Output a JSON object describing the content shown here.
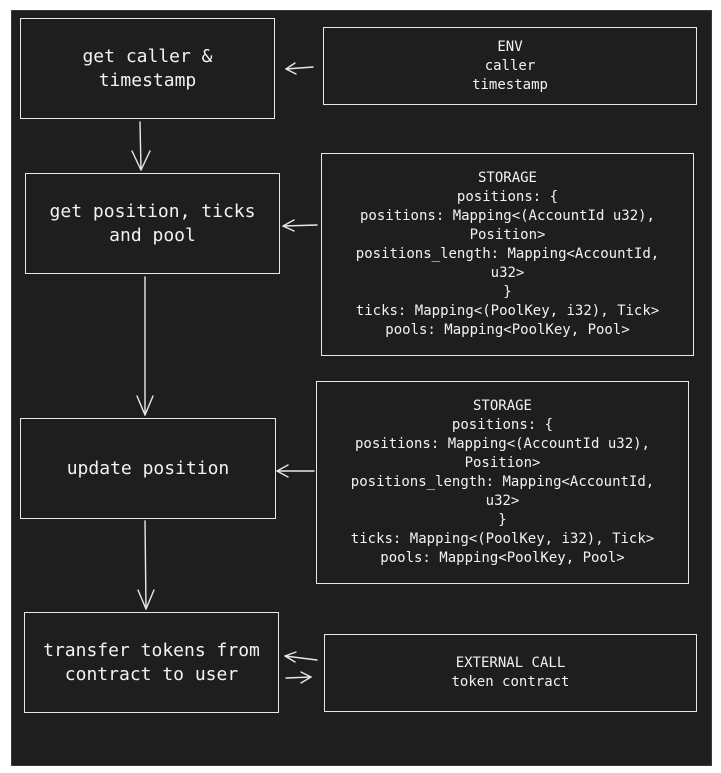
{
  "process_steps": [
    {
      "id": "step1",
      "text": "get caller &\ntimestamp"
    },
    {
      "id": "step2",
      "text": "get position, ticks\nand pool"
    },
    {
      "id": "step3",
      "text": "update position"
    },
    {
      "id": "step4",
      "text": "transfer tokens from\ncontract to user"
    }
  ],
  "env_box": {
    "lines": [
      "ENV",
      "caller",
      "timestamp"
    ]
  },
  "storage_box_1": {
    "lines": [
      "STORAGE",
      "positions: {",
      "positions: Mapping<(AccountId u32),",
      "Position>",
      "positions_length: Mapping<AccountId,",
      "u32>",
      "}",
      "ticks: Mapping<(PoolKey, i32), Tick>",
      "pools: Mapping<PoolKey, Pool>"
    ]
  },
  "storage_box_2": {
    "lines": [
      "STORAGE",
      "positions: {",
      "positions: Mapping<(AccountId u32),",
      "Position>",
      "positions_length: Mapping<AccountId,",
      "u32>",
      "}",
      "ticks: Mapping<(PoolKey, i32), Tick>",
      "pools: Mapping<PoolKey, Pool>"
    ]
  },
  "external_call_box": {
    "lines": [
      "EXTERNAL CALL",
      "token contract"
    ]
  },
  "colors": {
    "background": "#1e1e1e",
    "stroke": "#e8e8e8",
    "text": "#f2f2f2"
  }
}
